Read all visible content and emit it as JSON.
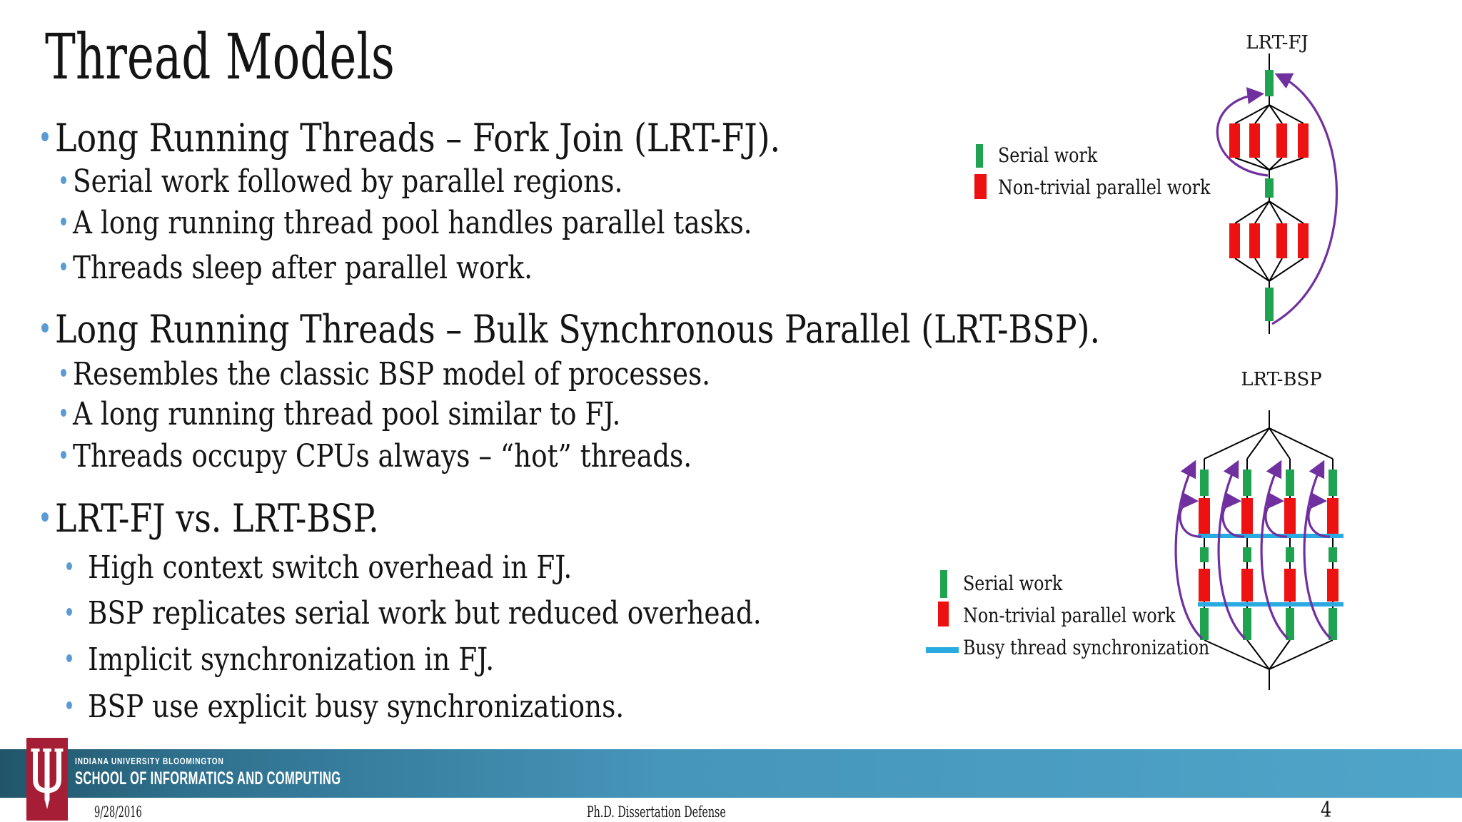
{
  "slide": {
    "title": "Thread Models"
  },
  "content": {
    "sections": [
      {
        "heading": "Long Running Threads – Fork Join (LRT-FJ).",
        "items": [
          "Serial work followed by parallel regions.",
          "A long running thread pool handles parallel tasks.",
          "Threads sleep after parallel work."
        ]
      },
      {
        "heading": "Long Running Threads – Bulk Synchronous Parallel (LRT-BSP).",
        "items": [
          "Resembles the classic BSP model of processes.",
          "A long running thread pool similar to FJ.",
          "Threads occupy CPUs always – “hot” threads."
        ]
      },
      {
        "heading": "LRT-FJ vs. LRT-BSP.",
        "items": [
          "High context switch overhead in FJ.",
          "BSP replicates serial work but reduced overhead.",
          "Implicit synchronization in FJ.",
          "BSP use explicit busy synchronizations."
        ]
      }
    ]
  },
  "diagrams": {
    "fj": {
      "label": "LRT-FJ",
      "legend": {
        "serial": "Serial work",
        "parallel": "Non-trivial parallel work"
      }
    },
    "bsp": {
      "label": "LRT-BSP",
      "legend": {
        "serial": "Serial work",
        "parallel": "Non-trivial parallel work",
        "sync": "Busy thread synchronization"
      }
    }
  },
  "colors": {
    "serial_green": "#1FA350",
    "parallel_red": "#EE1111",
    "sync_cyan": "#29ABE2",
    "arrow_purple": "#7030A0",
    "bullet_blue": "#5B9BD5",
    "iu_crimson": "#A51E36",
    "banner_left": "#215669",
    "banner_mid": "#4695BA",
    "banner_right": "#4FA5C9"
  },
  "footer": {
    "org_line1": "INDIANA UNIVERSITY BLOOMINGTON",
    "org_line2": "SCHOOL OF INFORMATICS AND COMPUTING",
    "date": "9/28/2016",
    "center_text": "Ph.D. Dissertation Defense",
    "page_number": "4"
  }
}
